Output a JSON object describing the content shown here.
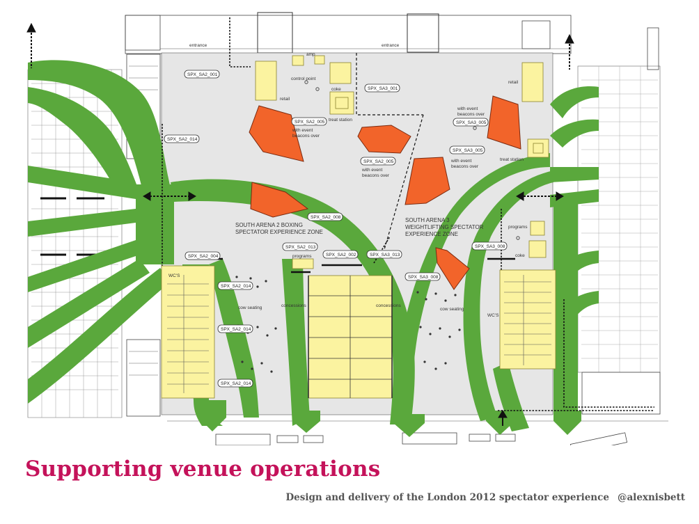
{
  "slide": {
    "title": "Supporting venue operations",
    "subtitle": "Design and delivery of the London 2012 spectator experience",
    "handle": "@alexnisbett"
  },
  "colors": {
    "flow": "#5aa83c",
    "zone": "#f2642a",
    "facility": "#fbf3a0",
    "concourse": "#e6e6e6",
    "title": "#c4125a"
  },
  "plan": {
    "entrance_labels": [
      "entrance",
      "entrance"
    ],
    "ramp_label": "amp",
    "zone_labels": {
      "sa2_line1": "SOUTH ARENA 2 BOXING",
      "sa2_line2": "SPECTATOR EXPERIENCE ZONE",
      "sa3_line1": "SOUTH ARENA 3",
      "sa3_line2": "WEIGHTLIFTING SPECTATOR",
      "sa3_line3": "EXPERIENCE ZONE"
    },
    "facility_labels": {
      "retail_left": "retail",
      "retail_right": "retail",
      "control_point": "control point",
      "coke_top": "coke",
      "coke_right": "coke",
      "treat_left": "treat station",
      "treat_right": "treat station",
      "programs_left": "programs",
      "programs_right": "programs",
      "concessions_left": "concessions",
      "concessions_right": "concessions",
      "wcs_left": "WC'S",
      "wcs_right": "WC'S",
      "cow_left": "cow seating",
      "cow_right": "cow seating"
    },
    "beacon_labels": {
      "left_line1": "with event",
      "left_line2": "beacons over",
      "mid_line1": "with event",
      "mid_line2": "beacons over",
      "right_top_line1": "with event",
      "right_top_line2": "beacons over",
      "right_mid_line1": "with event",
      "right_mid_line2": "beacons over"
    },
    "codes": {
      "sa2_001": "SPX_SA2_001",
      "sa2_005": "SPX_SA2_005",
      "sa2_014": "SPX_SA2_014",
      "sa2_005b": "SPX_SA2_005",
      "sa2_008": "SPX_SA2_008",
      "sa2_013": "SPX_SA2_013",
      "sa2_002": "SPX_SA2_002",
      "sa2_004": "SPX_SA2_004",
      "sa2_014b": "SPX_SA2_014",
      "sa2_014c": "SPX_SA2_014",
      "sa2_014d": "SPX_SA2_014",
      "sa3_001": "SPX_SA3_001",
      "sa3_005": "SPX_SA3_005",
      "sa3_005b": "SPX_SA3_005",
      "sa3_008": "SPX_SA3_008",
      "sa3_013": "SPX_SA3_013",
      "sa3_008b": "SPX_SA3_008"
    }
  }
}
